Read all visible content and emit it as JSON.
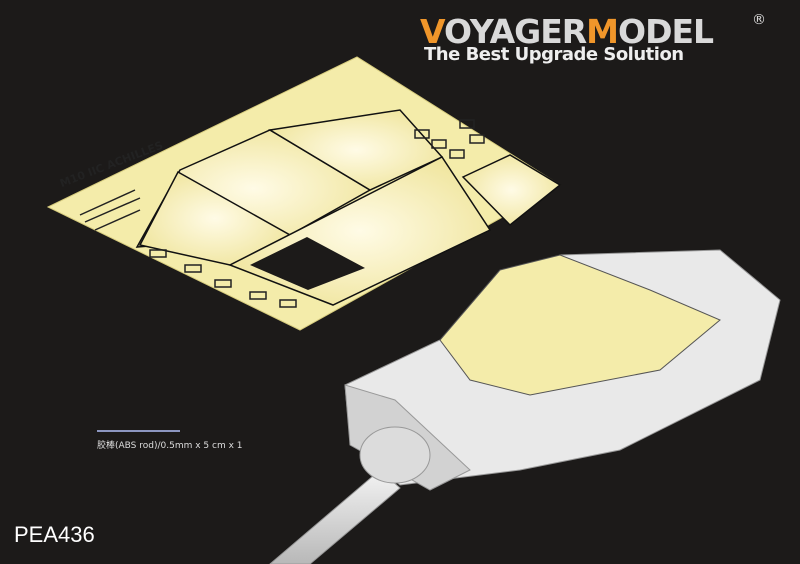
{
  "brand": {
    "logo_parts": [
      "V",
      "OYAGER",
      "M",
      "ODEL"
    ],
    "registered": "®",
    "tagline": "The Best Upgrade Solution"
  },
  "fret": {
    "title": "M10 IIC ACHILLES"
  },
  "rod_note": "胶棒(ABS rod)/0.5mm x 5 cm x 1",
  "product_code": "PEA436",
  "colors": {
    "background": "#1c1a19",
    "brass": "#f6eeab",
    "accent": "#f0962a",
    "resin": "#e6e6e6"
  }
}
